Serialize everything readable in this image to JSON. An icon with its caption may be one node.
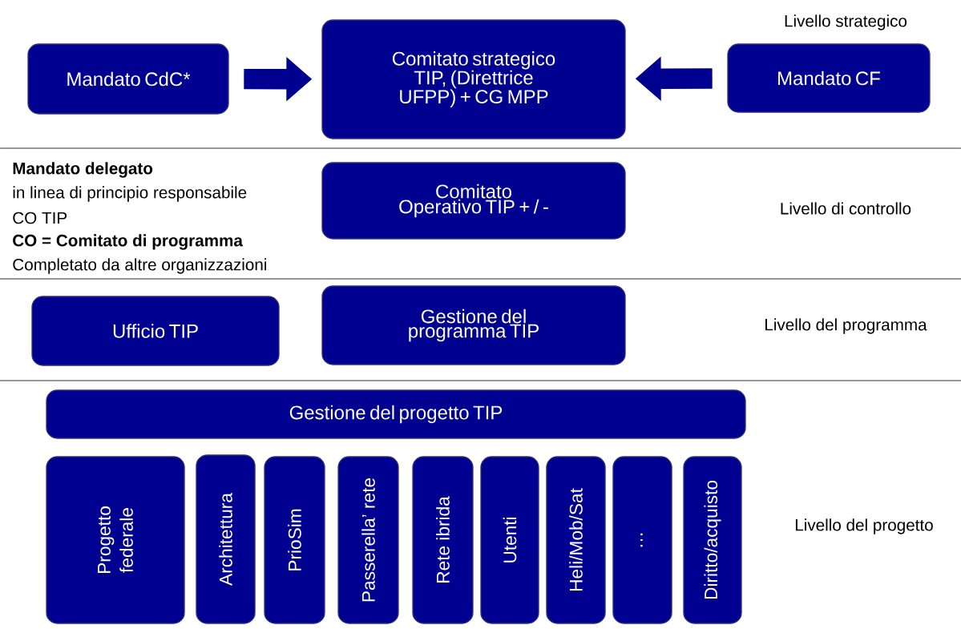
{
  "diagram": {
    "nodes": [
      {
        "text": [
          "Mandato CdC*"
        ]
      },
      {
        "text": [
          "Comitato strategico TIP, (Direttrice UFPP) + CG MPP"
        ]
      },
      {
        "text": [
          "Mandato CF"
        ]
      },
      {
        "text": [
          "Comitato Operativo TIP + / -"
        ]
      },
      {
        "text": [
          "Ufficio TIP"
        ]
      },
      {
        "text": [
          "Gestione del programma TIP"
        ]
      },
      {
        "text": [
          "Gestione del progetto TIP"
        ]
      },
      {
        "text": [
          "Progetto federale"
        ]
      },
      {
        "text": [
          "Architettura"
        ]
      },
      {
        "text": [
          "PrioSim"
        ]
      },
      {
        "text": [
          "Passerella’ rete"
        ]
      },
      {
        "text": [
          "Rete ibrida"
        ]
      },
      {
        "text": [
          "Utenti"
        ]
      },
      {
        "text": [
          "Heli/Mob/Sat"
        ]
      },
      {
        "text": [
          "…"
        ]
      },
      {
        "text": [
          "Diritto/acquisto"
        ]
      }
    ],
    "edges": [
      {
        "from": 0,
        "to": 1,
        "arrow": "to"
      },
      {
        "from": 2,
        "to": 1,
        "arrow": "to"
      }
    ],
    "labels": [
      "Livello strategico",
      "Mandato delegato",
      "in linea di principio responsabile",
      "CO TIP",
      "CO = Comitato di programma",
      "Completato da altre organizzazioni",
      "Livello di controllo",
      "Livello del programma",
      "Livello del progetto"
    ]
  }
}
